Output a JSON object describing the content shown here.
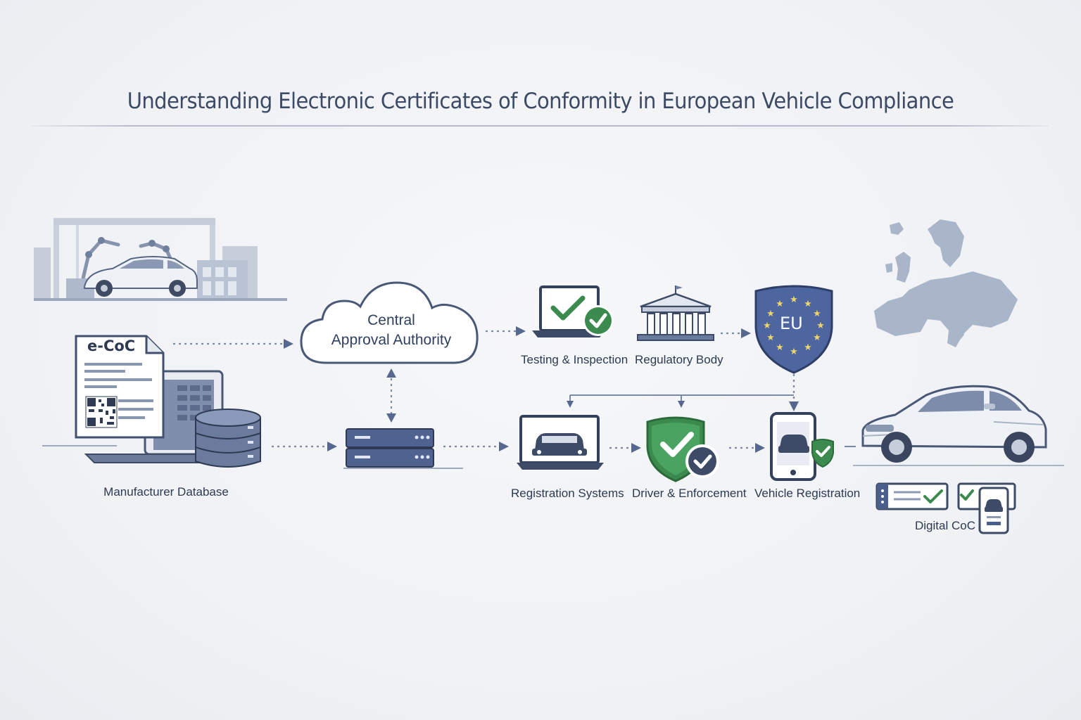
{
  "title": "Understanding Electronic Certificates of Conformity in European Vehicle Compliance",
  "colors": {
    "navy": "#4a5f8c",
    "dark": "#3c4a66",
    "light": "#c7cfdc",
    "green": "#3b8a4e",
    "eu_blue": "#4d66a0",
    "eu_star": "#f0d36a",
    "map": "#a9b5c9"
  },
  "document": {
    "label": "e-CoC"
  },
  "shield": {
    "label": "EU"
  },
  "nodes": {
    "manufacturer": "Manufacturer Database",
    "central_line1": "Central",
    "central_line2": "Approval Authority",
    "testing": "Testing & Inspection",
    "regulatory": "Regulatory Body",
    "registration_systems": "Registration Systems",
    "driver": "Driver & Enforcement",
    "vehicle_registration": "Vehicle Registration",
    "digital_coc": "Digital CoC"
  }
}
